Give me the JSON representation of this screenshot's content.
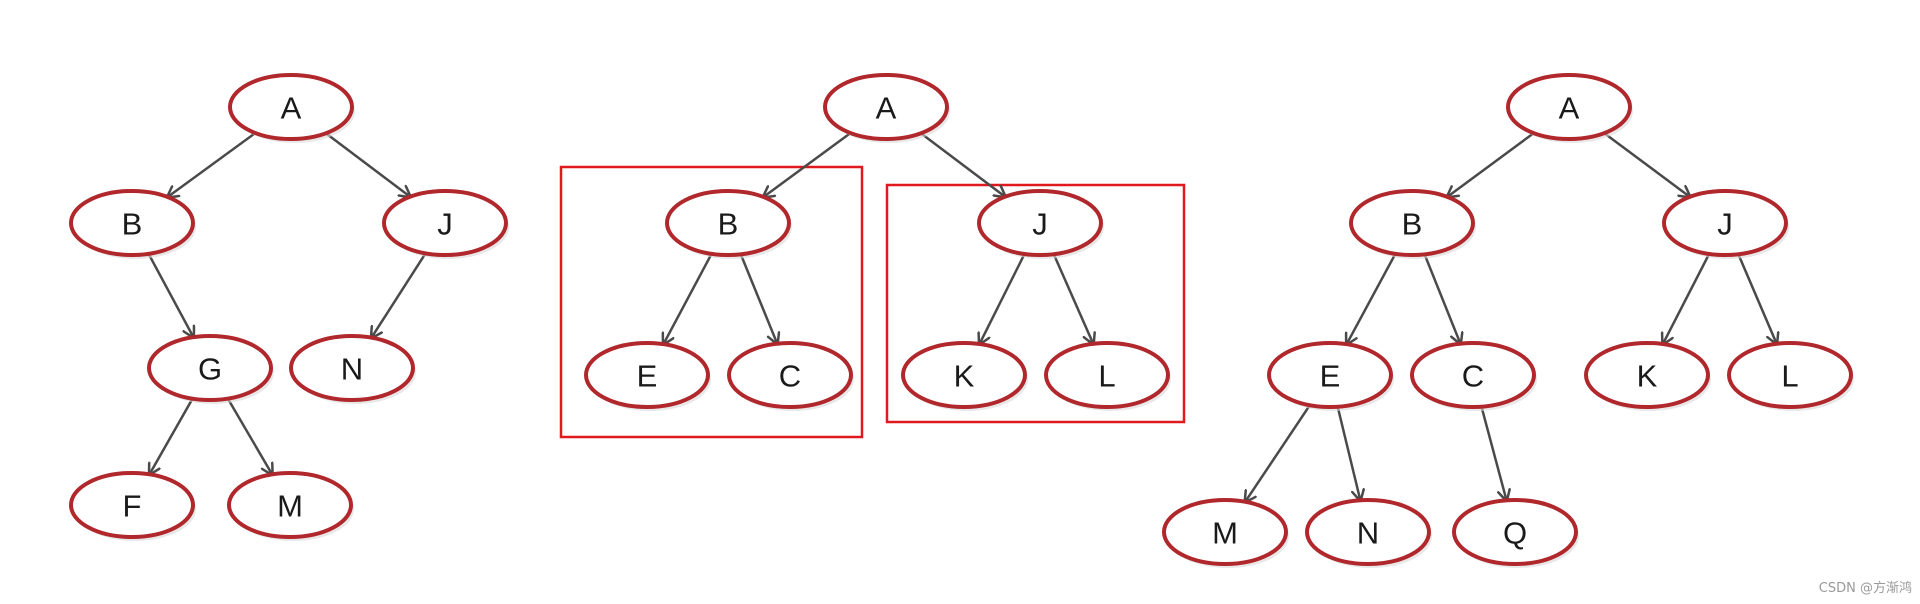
{
  "trees": [
    {
      "id": "tree-1",
      "nodes": [
        {
          "id": "t1-A",
          "label": "A"
        },
        {
          "id": "t1-B",
          "label": "B"
        },
        {
          "id": "t1-J",
          "label": "J"
        },
        {
          "id": "t1-G",
          "label": "G"
        },
        {
          "id": "t1-N",
          "label": "N"
        },
        {
          "id": "t1-F",
          "label": "F"
        },
        {
          "id": "t1-M",
          "label": "M"
        }
      ],
      "edges": [
        [
          "t1-A",
          "t1-B"
        ],
        [
          "t1-A",
          "t1-J"
        ],
        [
          "t1-B",
          "t1-G"
        ],
        [
          "t1-J",
          "t1-N"
        ],
        [
          "t1-G",
          "t1-F"
        ],
        [
          "t1-G",
          "t1-M"
        ]
      ]
    },
    {
      "id": "tree-2",
      "nodes": [
        {
          "id": "t2-A",
          "label": "A"
        },
        {
          "id": "t2-B",
          "label": "B"
        },
        {
          "id": "t2-J",
          "label": "J"
        },
        {
          "id": "t2-E",
          "label": "E"
        },
        {
          "id": "t2-C",
          "label": "C"
        },
        {
          "id": "t2-K",
          "label": "K"
        },
        {
          "id": "t2-L",
          "label": "L"
        }
      ],
      "edges": [
        [
          "t2-A",
          "t2-B"
        ],
        [
          "t2-A",
          "t2-J"
        ],
        [
          "t2-B",
          "t2-E"
        ],
        [
          "t2-B",
          "t2-C"
        ],
        [
          "t2-J",
          "t2-K"
        ],
        [
          "t2-J",
          "t2-L"
        ]
      ]
    },
    {
      "id": "tree-3",
      "nodes": [
        {
          "id": "t3-A",
          "label": "A"
        },
        {
          "id": "t3-B",
          "label": "B"
        },
        {
          "id": "t3-J",
          "label": "J"
        },
        {
          "id": "t3-E",
          "label": "E"
        },
        {
          "id": "t3-C",
          "label": "C"
        },
        {
          "id": "t3-K",
          "label": "K"
        },
        {
          "id": "t3-L",
          "label": "L"
        },
        {
          "id": "t3-M",
          "label": "M"
        },
        {
          "id": "t3-N",
          "label": "N"
        },
        {
          "id": "t3-Q",
          "label": "Q"
        }
      ],
      "edges": [
        [
          "t3-A",
          "t3-B"
        ],
        [
          "t3-A",
          "t3-J"
        ],
        [
          "t3-B",
          "t3-E"
        ],
        [
          "t3-B",
          "t3-C"
        ],
        [
          "t3-J",
          "t3-K"
        ],
        [
          "t3-J",
          "t3-L"
        ],
        [
          "t3-E",
          "t3-M"
        ],
        [
          "t3-E",
          "t3-N"
        ],
        [
          "t3-C",
          "t3-Q"
        ]
      ]
    }
  ],
  "highlight_groups": [
    {
      "id": "box-left-subtree",
      "contains": [
        "t2-B",
        "t2-E",
        "t2-C"
      ]
    },
    {
      "id": "box-right-subtree",
      "contains": [
        "t2-J",
        "t2-K",
        "t2-L"
      ]
    }
  ],
  "colors": {
    "node_stroke": "#b0272c",
    "edge": "#4a4a4a",
    "highlight": "#e0191e",
    "label": "#1a1a1a"
  },
  "watermark": "CSDN @方渐鸿"
}
